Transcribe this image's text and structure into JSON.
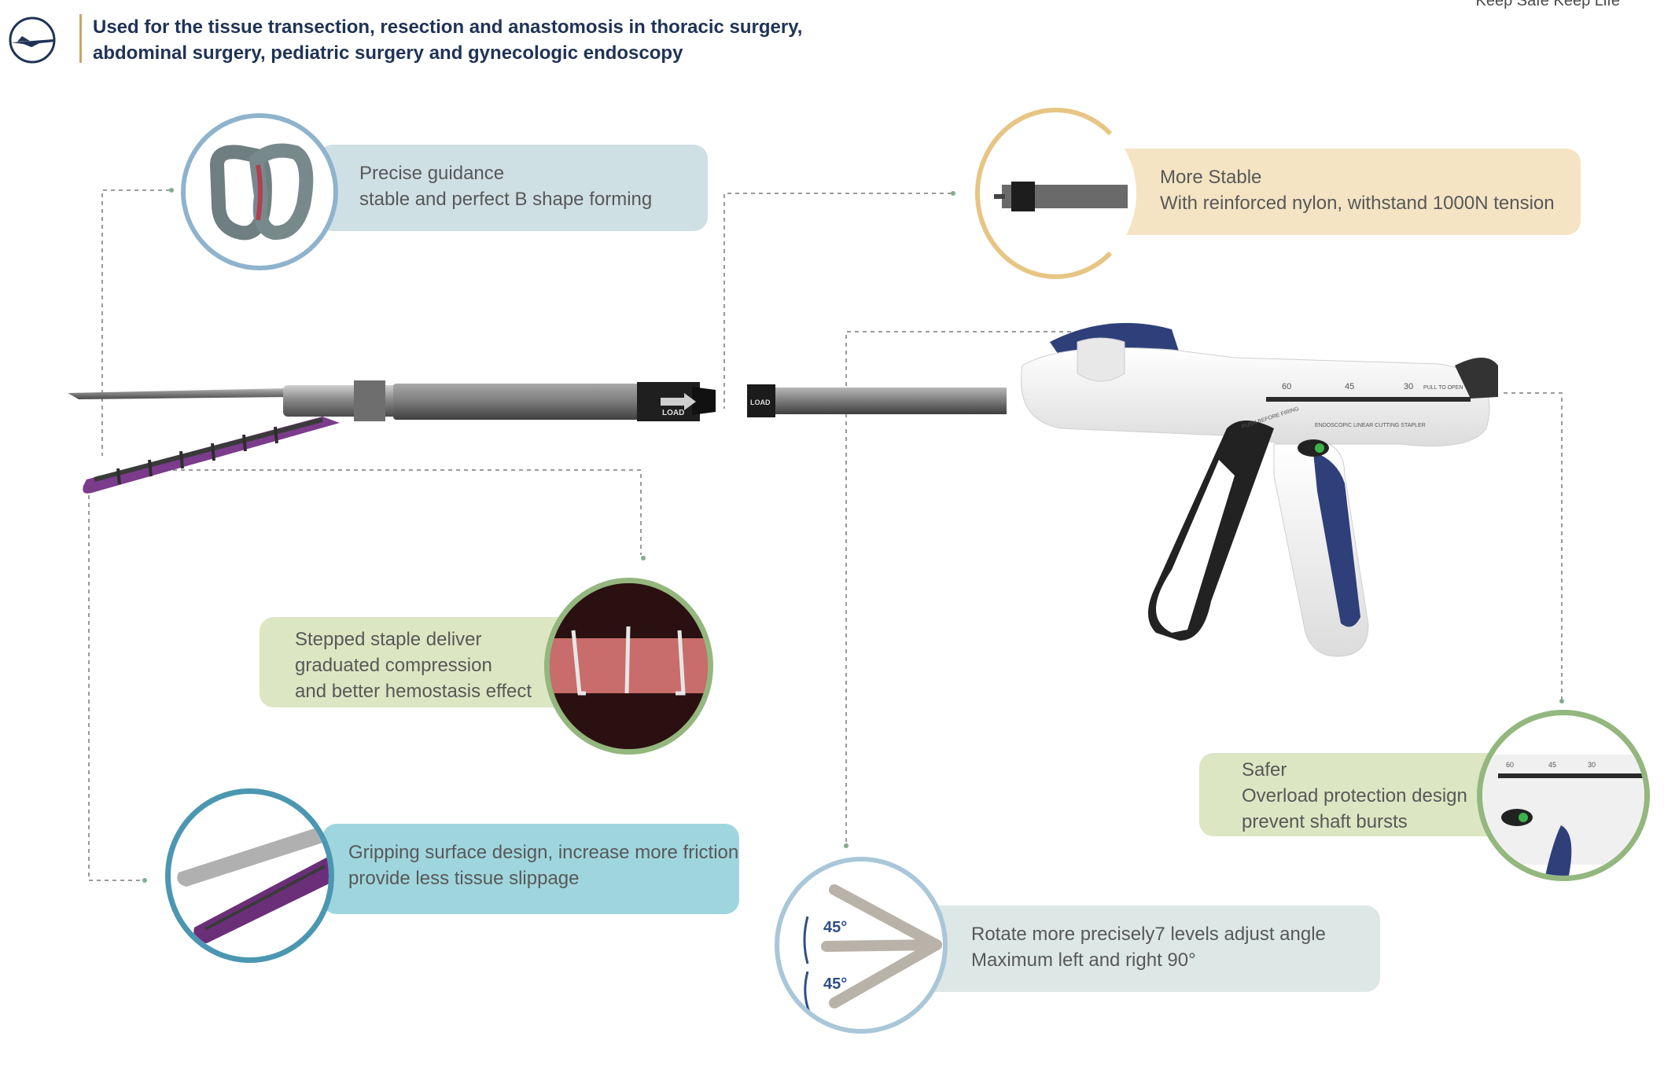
{
  "header": {
    "title_line1": "Used for the tissue transection, resection and anastomosis in thoracic surgery,",
    "title_line2": "abdominal surgery, pediatric surgery and gynecologic endoscopy",
    "tagline": "Keep Safe Keep Life"
  },
  "features": {
    "guidance": {
      "line1": "Precise guidance",
      "line2": "stable and perfect B shape forming",
      "color": "#cfe0e4",
      "ring": "#8fb3cc"
    },
    "stable": {
      "line1": "More Stable",
      "line2": "With reinforced nylon, withstand 1000N tension",
      "color": "#f4e4c4",
      "ring": "#e7c584"
    },
    "stepped": {
      "line1": "Stepped staple deliver",
      "line2": "graduated compression",
      "line3": "and better hemostasis effect",
      "color": "#dde6c2",
      "ring": "#93b77e"
    },
    "gripping": {
      "line1": "Gripping surface design, increase more friction",
      "line2": " provide  less tissue slippage",
      "color": "#9fd6de",
      "ring": "#4b97b1"
    },
    "safer": {
      "line1": "Safer",
      "line2": "Overload protection design",
      "line3": "prevent shaft bursts",
      "color": "#dde6c2",
      "ring": "#93b77e"
    },
    "rotate": {
      "line1": "Rotate more precisely7 levels adjust angle",
      "line2": "Maximum left and right 90°",
      "color": "#dde8e6",
      "ring": "#a9c7d8"
    }
  },
  "device": {
    "load_label": "LOAD",
    "scale_60": "60",
    "scale_45": "45",
    "scale_30": "30",
    "pull_label": "PULL TO OPEN",
    "push_label": "PUSH BEFORE FIRING",
    "brand_label": "ENDOSCOPIC LINEAR CUTTING STAPLER",
    "angle_top": "45°",
    "angle_bottom": "45°"
  },
  "icons": [
    "airplane-logo-icon",
    "b-staple-icon",
    "shaft-tip-icon",
    "tissue-staple-icon",
    "jaw-grip-icon",
    "handle-closeup-icon",
    "rotation-angle-icon"
  ]
}
